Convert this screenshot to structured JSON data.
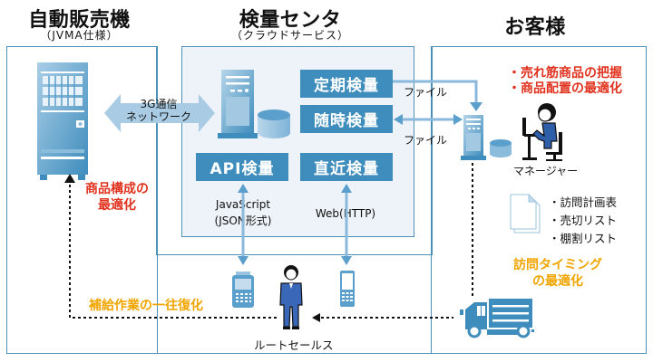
{
  "sections": {
    "vending": {
      "title": "自動販売機",
      "subtitle": "（JVMA仕様）"
    },
    "center": {
      "title": "検量センタ",
      "subtitle": "（クラウドサービス）"
    },
    "customer": {
      "title": "お客様"
    }
  },
  "network": {
    "line1": "3G通信",
    "line2": "ネットワーク"
  },
  "functions": {
    "periodic": "定期検量",
    "ondemand": "随時検量",
    "api": "API検量",
    "recent": "直近検量"
  },
  "file_labels": {
    "top": "ファイル",
    "bottom": "ファイル"
  },
  "protocols": {
    "api_line1": "JavaScript",
    "api_line2": "(JSON形式)",
    "web": "Web(HTTP)"
  },
  "customer_benefits": [
    "・売れ筋商品の把握",
    "・商品配置の最適化"
  ],
  "manager_label": "マネージャー",
  "documents": [
    "・訪問計画表",
    "・売切リスト",
    "・棚割リスト"
  ],
  "visit_timing": {
    "line1": "訪問タイミング",
    "line2": "の最適化"
  },
  "product_mix": {
    "line1": "商品構成の",
    "line2": "最適化"
  },
  "replenish": "補給作業の一往復化",
  "route_sales_label": "ルートセールス",
  "colors": {
    "accent": "#3f8dbd",
    "frame": "#4a90b8",
    "center_bg": "#edf3f8",
    "red": "#e0321e",
    "orange": "#f0a500",
    "arrow": "#6ea8d0"
  }
}
